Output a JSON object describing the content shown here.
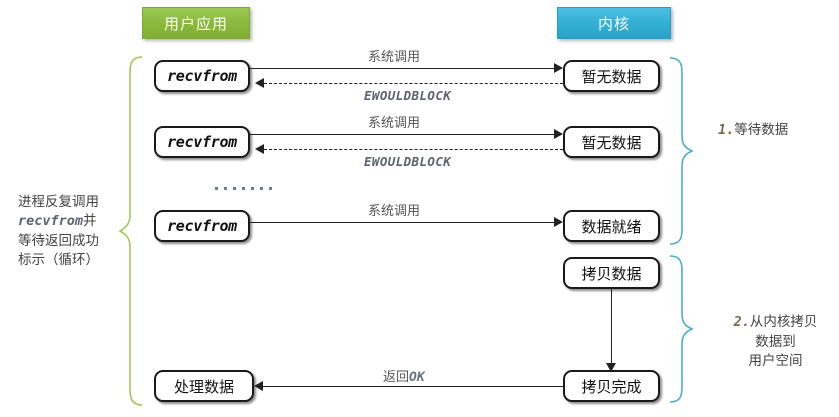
{
  "columns": {
    "user": "用户应用",
    "kernel": "内核"
  },
  "nodes": {
    "recvfrom1": "recvfrom",
    "recvfrom2": "recvfrom",
    "recvfrom3": "recvfrom",
    "nodata1": "暂无数据",
    "nodata2": "暂无数据",
    "dataready": "数据就绪",
    "copydata": "拷贝数据",
    "copydone": "拷贝完成",
    "processdata": "处理数据"
  },
  "edges": {
    "syscall1": "系统调用",
    "ewouldblock1": "EWOULDBLOCK",
    "syscall2": "系统调用",
    "ewouldblock2": "EWOULDBLOCK",
    "syscall3": "系统调用",
    "return_prefix": "返回",
    "return_ok": "OK"
  },
  "ellipsis_dots": 7,
  "annotations": {
    "left": {
      "line1": "进程反复调用",
      "mono": "recvfrom",
      "line2_tail": "并",
      "line3": "等待返回成功",
      "line4": "标示（循环）"
    },
    "right1": {
      "num": "1.",
      "text": "等待数据"
    },
    "right2": {
      "num": "2.",
      "line1": "从内核拷贝",
      "line2": "数据到",
      "line3": "用户空间"
    }
  },
  "colors": {
    "user_header": "#8cbb40",
    "kernel_header": "#35b1d6",
    "brace_green": "#a6c457",
    "brace_blue": "#4aadd1",
    "line": "#222222",
    "label_text": "#555555"
  }
}
